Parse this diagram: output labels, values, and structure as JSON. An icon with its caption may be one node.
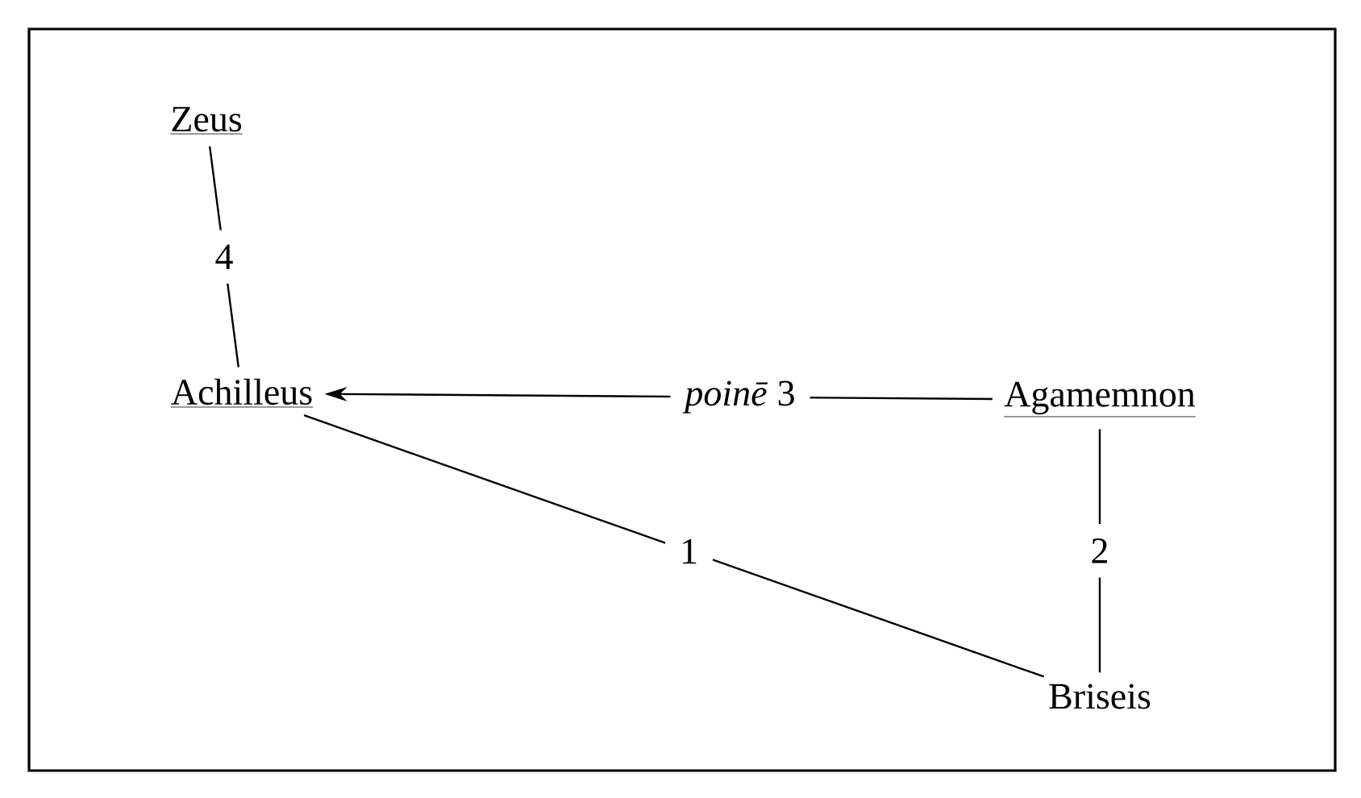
{
  "diagram": {
    "nodes": [
      {
        "text": [
          "Zeus"
        ]
      },
      {
        "text": [
          "Achilleus"
        ]
      },
      {
        "text": [
          "Agamemnon"
        ]
      },
      {
        "text": [
          "Briseis"
        ]
      }
    ],
    "edges": [
      {
        "from": 0,
        "to": 1,
        "arrow": "none",
        "label": "4"
      },
      {
        "from": 2,
        "to": 1,
        "arrow": "to",
        "label": "*poinē* 3"
      },
      {
        "from": 2,
        "to": 3,
        "arrow": "none",
        "label": "2"
      },
      {
        "from": 1,
        "to": 3,
        "arrow": "none",
        "label": "1"
      }
    ]
  }
}
